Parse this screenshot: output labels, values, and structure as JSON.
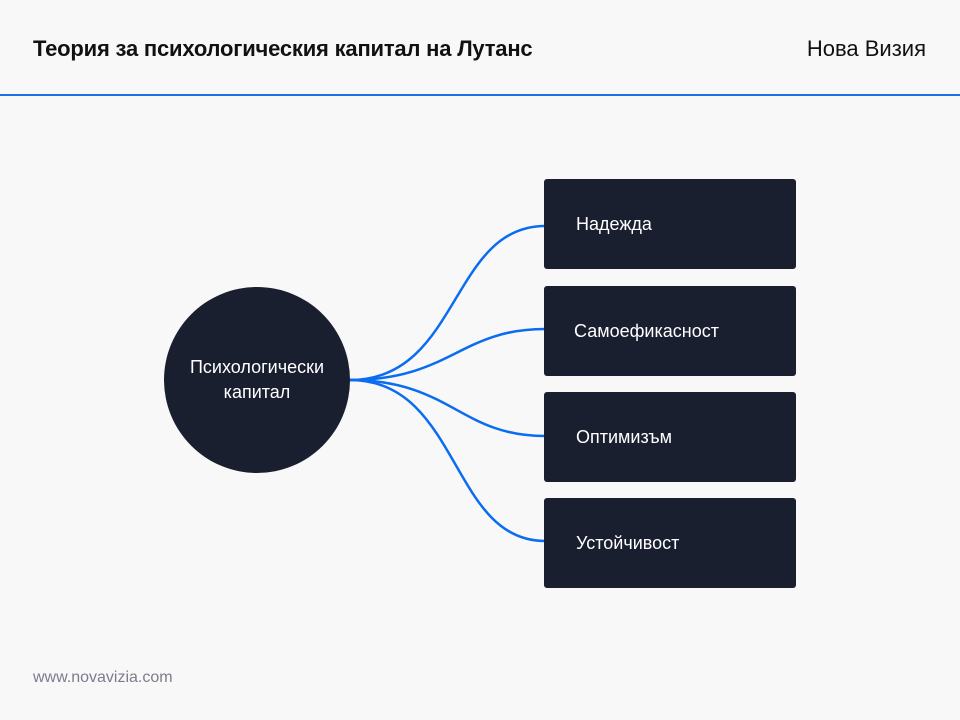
{
  "header": {
    "title": "Теория за психологическия капитал на Лутанс",
    "brand": "Нова Визия"
  },
  "diagram": {
    "hub": {
      "line1": "Психологически",
      "line2": "капитал"
    },
    "nodes": [
      {
        "label": "Надежда"
      },
      {
        "label": "Самоефикасност"
      },
      {
        "label": "Оптимизъм"
      },
      {
        "label": "Устойчивост"
      }
    ],
    "colors": {
      "node_fill": "#1a1f30",
      "connector": "#0a6cf0",
      "accent_rule": "#1f6fe8"
    }
  },
  "footer": {
    "url": "www.novavizia.com"
  }
}
